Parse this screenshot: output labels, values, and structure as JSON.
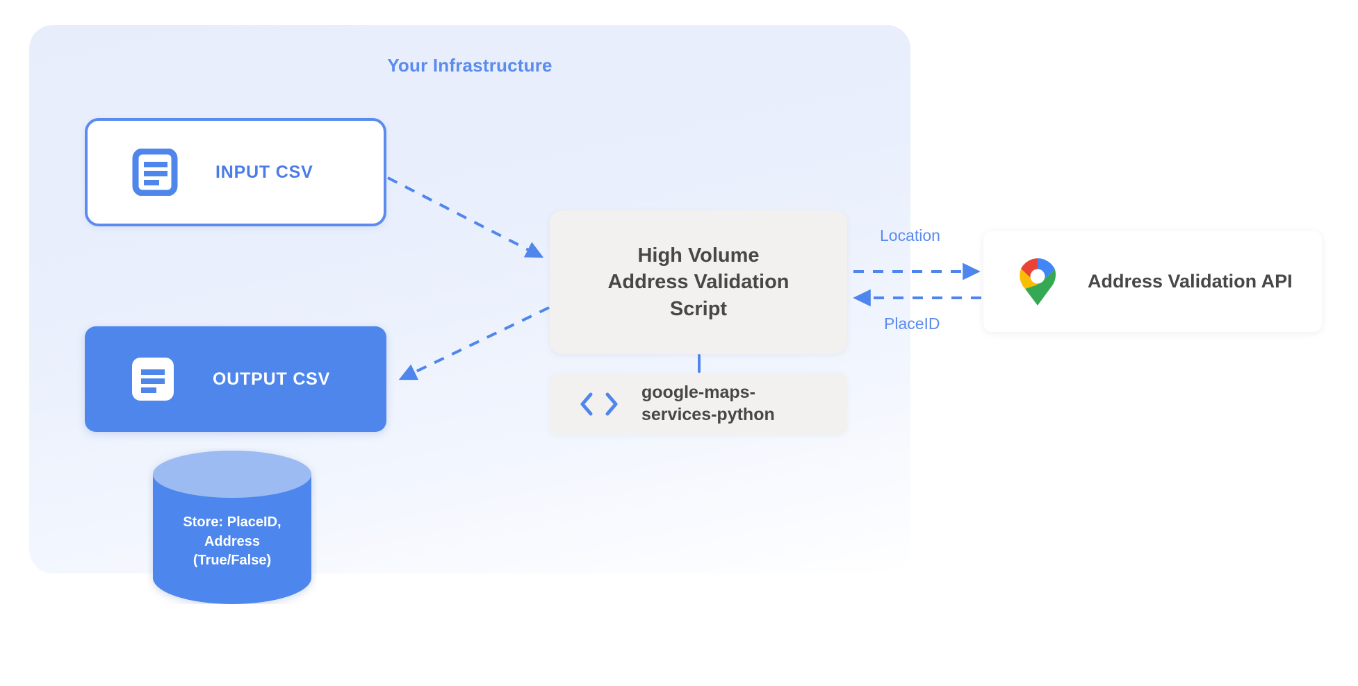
{
  "panel": {
    "title": "Your Infrastructure",
    "accent_color": "#5b8bee",
    "background_color": "#e7edfb"
  },
  "nodes": {
    "input_csv": {
      "label": "INPUT CSV",
      "icon": "document-icon",
      "border_color": "#5b8bee",
      "fill_color": "#ffffff",
      "text_color": "#4a7ce8"
    },
    "output_csv": {
      "label": "OUTPUT CSV",
      "icon": "document-icon",
      "fill_color": "#4e86ec",
      "text_color": "#ffffff"
    },
    "script": {
      "lines": [
        "High Volume",
        "Address Validation",
        "Script"
      ],
      "fill_color": "#f2f1ef",
      "text_color": "#474747"
    },
    "library": {
      "icon": "code-brackets-icon",
      "lines": [
        "google-maps-",
        "services-python"
      ],
      "fill_color": "#f2f1ef",
      "text_color": "#474747",
      "icon_color": "#4e86ec"
    },
    "api": {
      "label": "Address Validation API",
      "icon": "google-maps-pin-icon",
      "fill_color": "#ffffff",
      "text_color": "#474747"
    },
    "database": {
      "lines": [
        "Store: PlaceID,",
        "Address",
        "(True/False)"
      ],
      "body_color": "#4e86ec",
      "top_color": "#9cbbf3",
      "text_color": "#ffffff"
    }
  },
  "edges": {
    "location_label": "Location",
    "placeid_label": "PlaceID",
    "edge_color": "#4e86ec"
  }
}
